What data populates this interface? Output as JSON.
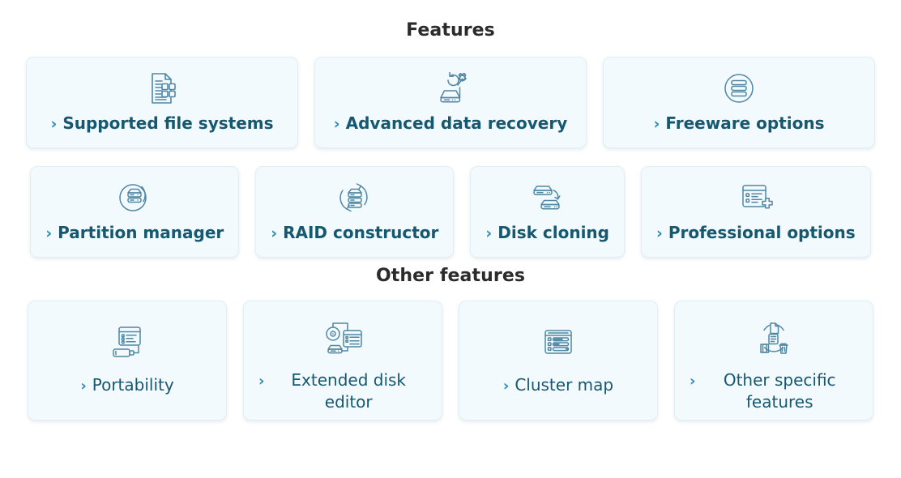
{
  "sections": [
    {
      "title": "Features",
      "rows": [
        {
          "cards": [
            {
              "label": "Supported file systems",
              "icon": "document-grid-icon",
              "chevron": "›"
            },
            {
              "label": "Advanced data recovery",
              "icon": "disk-refresh-gear-icon",
              "chevron": "›"
            },
            {
              "label": "Freeware options",
              "icon": "disk-stack-circle-icon",
              "chevron": "›"
            }
          ]
        },
        {
          "cards": [
            {
              "label": "Partition manager",
              "icon": "server-arc-circle-icon",
              "chevron": "›"
            },
            {
              "label": "RAID constructor",
              "icon": "server-sync-circle-icon",
              "chevron": "›"
            },
            {
              "label": "Disk cloning",
              "icon": "two-disks-arrow-icon",
              "chevron": "›"
            },
            {
              "label": "Professional options",
              "icon": "list-plus-icon",
              "chevron": "›"
            }
          ]
        }
      ]
    },
    {
      "title": "Other features",
      "rows": [
        {
          "cards": [
            {
              "label": "Portability",
              "icon": "window-usb-icon",
              "chevron": "›"
            },
            {
              "label": "Extended disk editor",
              "icon": "disc-disk-panel-icon",
              "chevron": "›"
            },
            {
              "label": "Cluster map",
              "icon": "cluster-table-icon",
              "chevron": "›"
            },
            {
              "label": "Other specific features",
              "icon": "document-copy-trash-icon",
              "chevron": "›"
            }
          ]
        }
      ]
    }
  ],
  "colors": {
    "page_background": "#ffffff",
    "card_background": "#f3fafd",
    "card_border": "#e2eef5",
    "label_text": "#15586f",
    "chevron": "#2e8cb4",
    "icon_stroke": "#4f87a4",
    "heading_text": "#2b2b2b"
  }
}
